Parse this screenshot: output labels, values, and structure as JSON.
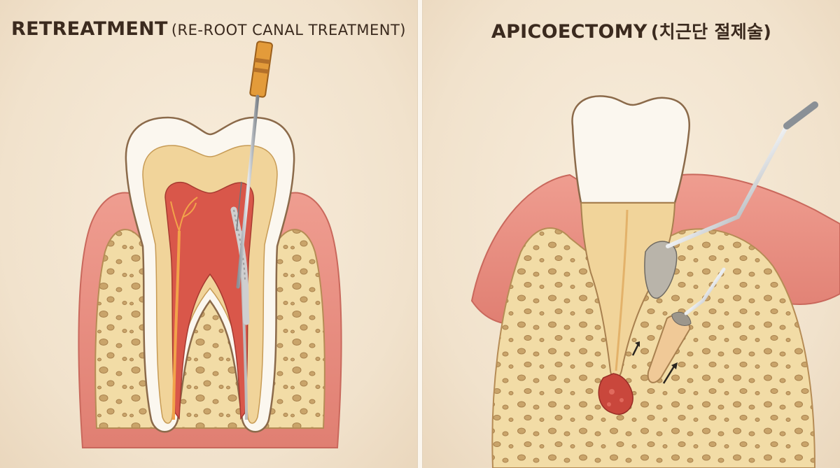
{
  "panels": [
    {
      "title_main": "RETREATMENT",
      "title_sub": "(RE-ROOT CANAL TREATMENT)"
    },
    {
      "title_main": "APICOECTOMY",
      "title_sub": "(치근단 절제술)"
    }
  ],
  "colors": {
    "background": "#f3e6d2",
    "gum": "#e88a7c",
    "bone": "#f2dca6",
    "enamel": "#fbf7ef",
    "dentin": "#f1d49a",
    "pulp": "#d9574a",
    "title": "#3b2a1e"
  }
}
